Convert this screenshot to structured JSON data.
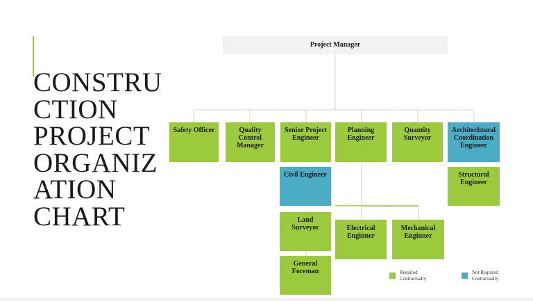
{
  "title": "CONSTRU\nCTION\nPROJECT\nORGANIZ\nATION\nCHART",
  "org": {
    "root": "Project Manager",
    "departments": [
      "Safety Officer",
      "Quality Control Manager",
      "Senior Project Engineer",
      "Planning Engineer",
      "Quantity Surveyor",
      "Architechtural Coordination Engineer"
    ],
    "civil_engineer": "Civil Engineer",
    "land_surveyor": "Land Surveyor",
    "general_foreman": "General Foreman",
    "electrical_engineer": "Electrical Enginner",
    "mechanical_engineer": "Mechanical Enginner",
    "structural_engineer": "Structural Engineer"
  },
  "legend": {
    "required": "Required Contractually",
    "not_required": "Not Required Contractually"
  },
  "colors": {
    "required": "#9bcb3c",
    "not_required": "#4bacc6",
    "accent": "#a9c23f"
  }
}
